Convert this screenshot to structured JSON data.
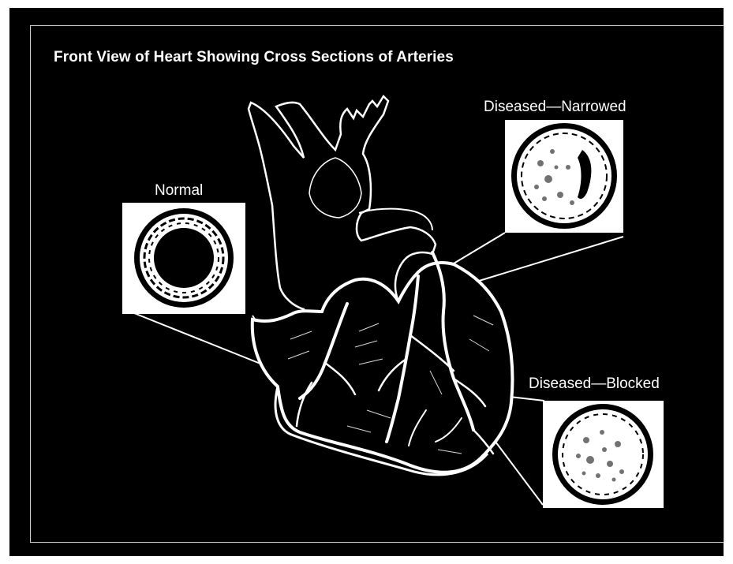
{
  "title": "Front View of Heart Showing Cross Sections of Arteries",
  "labels": {
    "normal": "Normal",
    "narrowed": "Diseased—Narrowed",
    "blocked": "Diseased—Blocked"
  },
  "colors": {
    "background": "#000000",
    "ink": "#ffffff",
    "frame": "#cfcfcf"
  }
}
